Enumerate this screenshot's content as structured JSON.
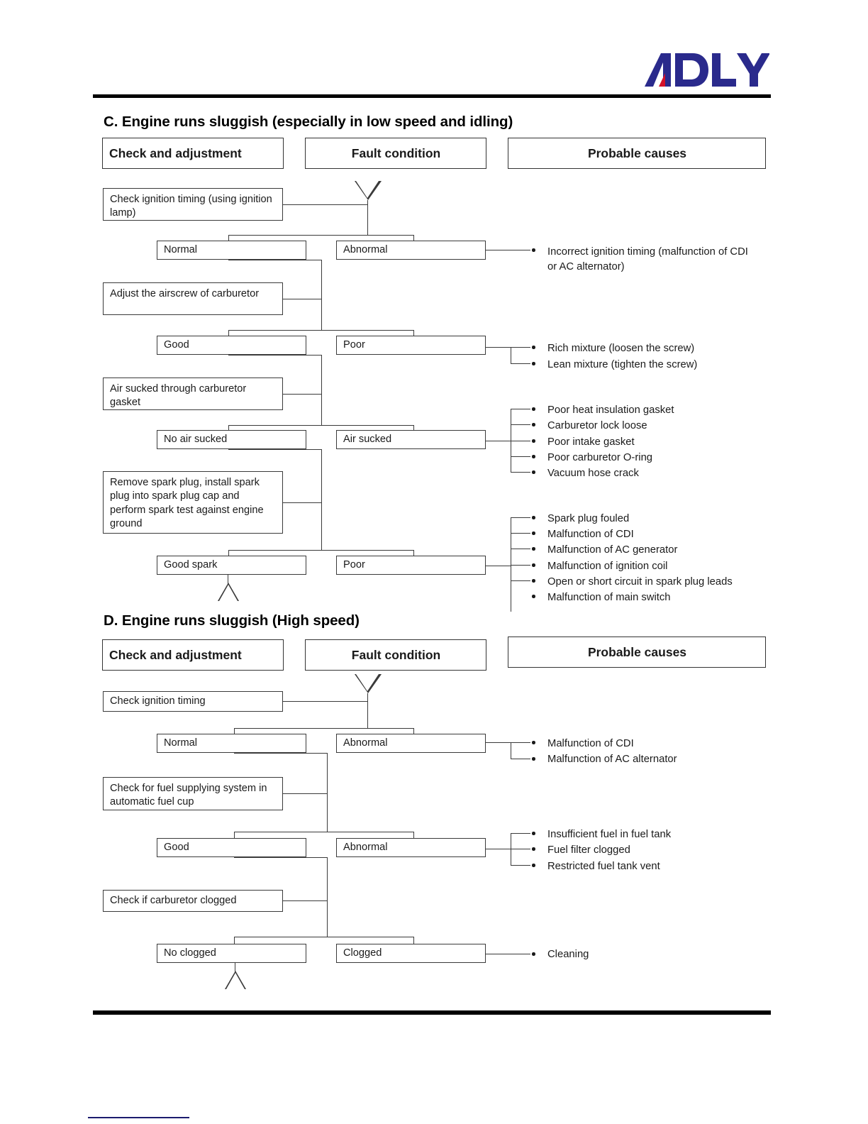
{
  "document": {
    "brand": "ADLY",
    "brand_colors": {
      "blue": "#2a2a8c",
      "red": "#d4122a"
    }
  },
  "sections": [
    {
      "id": "C",
      "title": "C. Engine runs sluggish (especially in low speed and idling)",
      "columns": [
        {
          "label": "Check and adjustment"
        },
        {
          "label": "Fault condition"
        },
        {
          "label": "Probable causes"
        }
      ],
      "steps": [
        {
          "check": "Check ignition timing (using ignition lamp)",
          "pass": "Normal",
          "fail": "Abnormal",
          "causes": [
            "Incorrect ignition timing (malfunction of CDI or AC alternator)"
          ]
        },
        {
          "check": "Adjust the airscrew of carburetor",
          "pass": "Good",
          "fail": "Poor",
          "causes": [
            "Rich mixture (loosen the screw)",
            "Lean mixture (tighten the screw)"
          ]
        },
        {
          "check": "Air sucked through carburetor gasket",
          "pass": "No air sucked",
          "fail": "Air sucked",
          "causes": [
            "Poor heat insulation gasket",
            "Carburetor lock loose",
            "Poor intake gasket",
            "Poor carburetor O-ring",
            "Vacuum hose crack"
          ]
        },
        {
          "check": "Remove spark plug, install spark plug into spark plug cap and perform spark test against engine ground",
          "pass": "Good spark",
          "fail": "Poor",
          "causes": [
            "Spark plug fouled",
            "Malfunction of CDI",
            "Malfunction of AC generator",
            "Malfunction of ignition coil",
            "Open or short circuit in spark plug leads",
            "Malfunction of main switch"
          ]
        }
      ]
    },
    {
      "id": "D",
      "title": "D. Engine runs sluggish (High speed)",
      "columns": [
        {
          "label": "Check and adjustment"
        },
        {
          "label": "Fault condition"
        },
        {
          "label": "Probable causes"
        }
      ],
      "steps": [
        {
          "check": "Check ignition timing",
          "pass": "Normal",
          "fail": "Abnormal",
          "causes": [
            "Malfunction of CDI",
            "Malfunction of AC alternator"
          ]
        },
        {
          "check": "Check for fuel supplying system in automatic fuel cup",
          "pass": "Good",
          "fail": "Abnormal",
          "causes": [
            "Insufficient fuel in fuel tank",
            "Fuel filter clogged",
            "Restricted fuel tank vent"
          ]
        },
        {
          "check": "Check if carburetor clogged",
          "pass": "No clogged",
          "fail": "Clogged",
          "causes": [
            "Cleaning"
          ]
        }
      ]
    }
  ]
}
